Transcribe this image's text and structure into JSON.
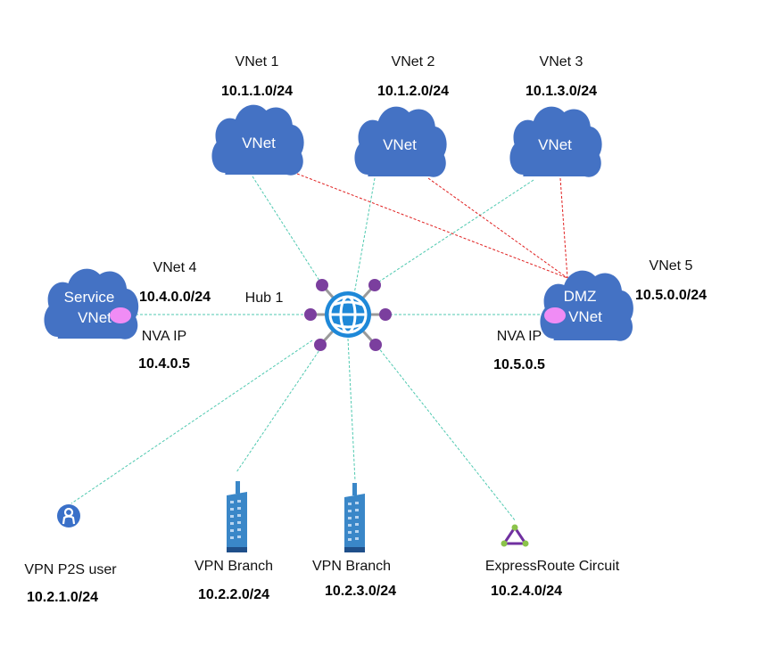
{
  "colors": {
    "cloud": "#4472c4",
    "hub_line": "#4fc9b0",
    "dmz_line": "#e02020",
    "spoke_dot": "#7b3f9e",
    "nva_dot": "#f08cf5",
    "hub_globe": "#1e88d8",
    "branch_building": "#3a87c8"
  },
  "hub": {
    "label": "Hub 1",
    "icon": "globe-icon"
  },
  "vnets": [
    {
      "name": "VNet 1",
      "cidr": "10.1.1.0/24",
      "cloud_text": [
        "VNet"
      ]
    },
    {
      "name": "VNet 2",
      "cidr": "10.1.2.0/24",
      "cloud_text": [
        "VNet"
      ]
    },
    {
      "name": "VNet 3",
      "cidr": "10.1.3.0/24",
      "cloud_text": [
        "VNet"
      ]
    },
    {
      "name": "VNet 4",
      "cidr": "10.4.0.0/24",
      "cloud_text": [
        "Service",
        "VNet"
      ],
      "nva_label": "NVA IP",
      "nva_ip": "10.4.0.5"
    },
    {
      "name": "VNet 5",
      "cidr": "10.5.0.0/24",
      "cloud_text": [
        "DMZ",
        "VNet"
      ],
      "nva_label": "NVA IP",
      "nva_ip": "10.5.0.5"
    }
  ],
  "branches": [
    {
      "label": "VPN P2S user",
      "cidr": "10.2.1.0/24",
      "icon": "user-icon"
    },
    {
      "label": "VPN Branch",
      "cidr": "10.2.2.0/24",
      "icon": "building-icon"
    },
    {
      "label": "VPN Branch",
      "cidr": "10.2.3.0/24",
      "icon": "building-icon"
    },
    {
      "label": "ExpressRoute Circuit",
      "cidr": "10.2.4.0/24",
      "icon": "expressroute-icon"
    }
  ]
}
